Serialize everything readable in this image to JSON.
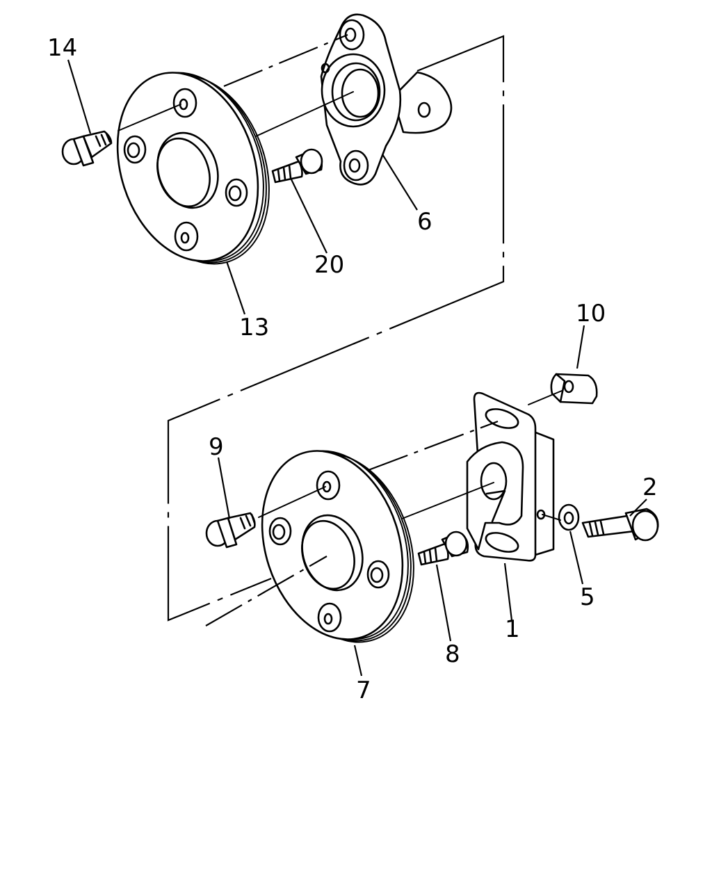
{
  "callouts": {
    "p1": "1",
    "p2": "2",
    "p5": "5",
    "p6": "6",
    "p7": "7",
    "p8": "8",
    "p9": "9",
    "p10": "10",
    "p13": "13",
    "p14": "14",
    "p20": "20"
  }
}
